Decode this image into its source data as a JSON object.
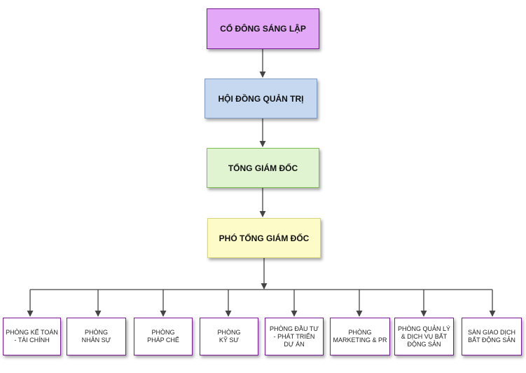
{
  "levels": {
    "founders": "CỔ ĐÔNG SÁNG LẬP",
    "board": "HỘI ĐỒNG QUẢN TRỊ",
    "ceo": "TỔNG GIÁM ĐỐC",
    "deputy": "PHÓ TỔNG GIÁM ĐỐC"
  },
  "departments": [
    "PHÒNG KẾ TOÁN\n- TÀI CHÍNH",
    "PHÒNG\nNHÂN SỰ",
    "PHÒNG\nPHÁP CHẾ",
    "PHÒNG\nKỸ SƯ",
    "PHÒNG ĐẦU TƯ\n- PHÁT TRIỂN\nDỰ ÁN",
    "PHÒNG\nMARKETING & PR",
    "PHÒNG QUẢN LÝ\n& DỊCH VỤ BẤT\nĐỘNG SẢN",
    "SÀN GIAO DỊCH\nBẤT ĐỘNG SẢN"
  ],
  "colors": {
    "founders": "#e3a8f7",
    "board": "#c6d8f0",
    "ceo": "#e1f4d2",
    "deputy": "#fdfcc9",
    "department_border": "#7a1a9a",
    "connector": "#444444"
  }
}
